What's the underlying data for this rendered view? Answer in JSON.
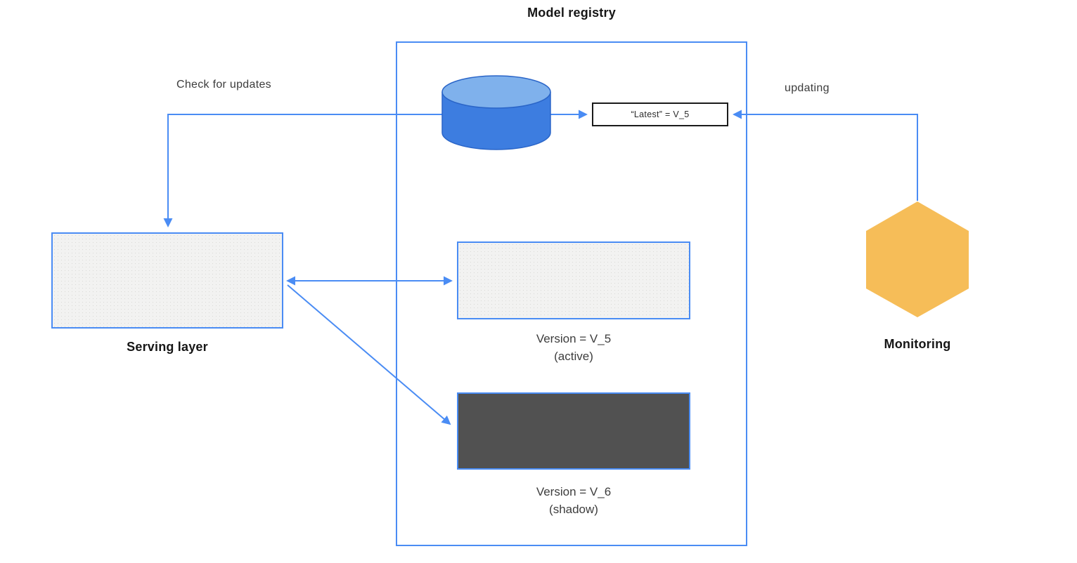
{
  "diagram": {
    "title": "Model registry",
    "labels": {
      "check_for_updates": "Check for updates",
      "updating": "updating",
      "latest_pointer": "“Latest” = V_5",
      "serving_layer": "Serving layer",
      "monitoring": "Monitoring",
      "version_active_line1": "Version = V_5",
      "version_active_line2": "(active)",
      "version_shadow_line1": "Version = V_6",
      "version_shadow_line2": "(shadow)"
    },
    "nodes": [
      {
        "id": "model-registry",
        "type": "container",
        "label": "Model registry"
      },
      {
        "id": "registry-database",
        "type": "cylinder",
        "label": ""
      },
      {
        "id": "latest-pointer",
        "type": "box",
        "label": "“Latest” = V_5"
      },
      {
        "id": "serving-layer",
        "type": "box",
        "label": "Serving layer"
      },
      {
        "id": "version-v5",
        "type": "box",
        "label": "Version = V_5 (active)"
      },
      {
        "id": "version-v6",
        "type": "box",
        "label": "Version = V_6 (shadow)"
      },
      {
        "id": "monitoring",
        "type": "hexagon",
        "label": "Monitoring"
      }
    ],
    "edges": [
      {
        "from": "registry-database",
        "to": "serving-layer",
        "label": "Check for updates",
        "direction": "one-way"
      },
      {
        "from": "registry-database",
        "to": "latest-pointer",
        "label": "",
        "direction": "one-way"
      },
      {
        "from": "monitoring",
        "to": "latest-pointer",
        "label": "updating",
        "direction": "one-way"
      },
      {
        "from": "serving-layer",
        "to": "version-v5",
        "label": "",
        "direction": "two-way"
      },
      {
        "from": "serving-layer",
        "to": "version-v6",
        "label": "",
        "direction": "one-way"
      }
    ],
    "colors": {
      "line_blue": "#4a8cf4",
      "box_border_blue": "#4a8cf4",
      "light_box_fill": "#f2f2f1",
      "dark_box_fill": "#515151",
      "cylinder_body": "#3d7de0",
      "cylinder_top": "#7fb1ec",
      "cylinder_stroke": "#2a65c8",
      "hexagon_fill": "#f6bd58",
      "latest_box_border": "#1b1b1b",
      "bold_text": "#161616",
      "label_text": "#3c3c3c"
    }
  }
}
